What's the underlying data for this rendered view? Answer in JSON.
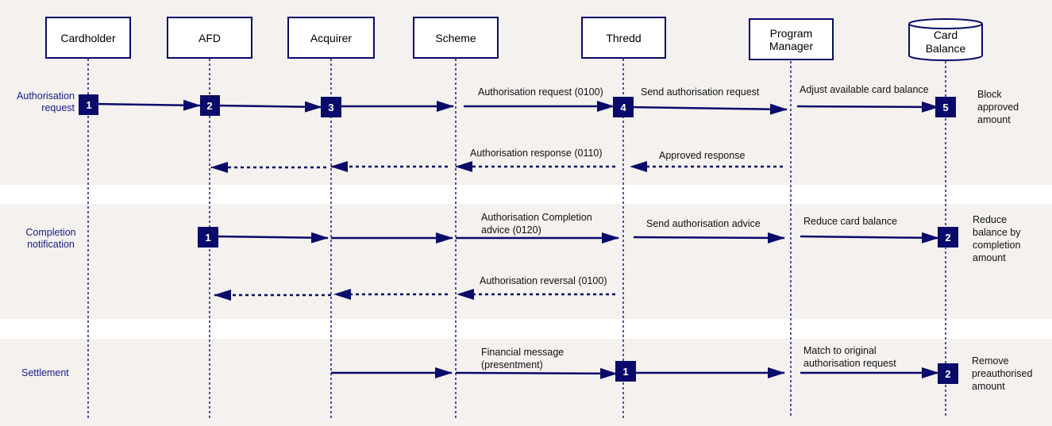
{
  "participants": {
    "cardholder": "Cardholder",
    "afd": "AFD",
    "acquirer": "Acquirer",
    "scheme": "Scheme",
    "thredd": "Thredd",
    "program_manager": "Program\nManager",
    "card_balance": "Card\nBalance"
  },
  "phases": {
    "authorisation": "Authorisation\nrequest",
    "completion": "Completion\nnotification",
    "settlement": "Settlement"
  },
  "step_numbers": {
    "auth_1": "1",
    "auth_2": "2",
    "auth_3": "3",
    "auth_4": "4",
    "auth_5": "5",
    "comp_1": "1",
    "comp_2": "2",
    "settle_1": "1",
    "settle_2": "2"
  },
  "messages": {
    "auth_request_0100": "Authorisation request (0100)",
    "send_auth_request": "Send authorisation request",
    "adjust_balance": "Adjust available card balance",
    "auth_response_0110": "Authorisation response (0110)",
    "approved_response": "Approved response",
    "auth_completion_advice": "Authorisation Completion\nadvice (0120)",
    "send_auth_advice": "Send authorisation advice",
    "reduce_card_balance": "Reduce card balance",
    "auth_reversal": "Authorisation reversal (0100)",
    "financial_message": "Financial message\n(presentment)",
    "match_original": "Match to original\nauthorisation request"
  },
  "notes": {
    "block_amount": "Block\napproved\namount",
    "reduce_balance": "Reduce\nbalance by\ncompletion\namount",
    "remove_preauth": "Remove\npreauthorised\namount"
  },
  "colors": {
    "arrow": "#0a0a6b",
    "marker": "#0a0a6b",
    "phase_text": "#1a1a8c",
    "band": "#f4f1ef"
  }
}
